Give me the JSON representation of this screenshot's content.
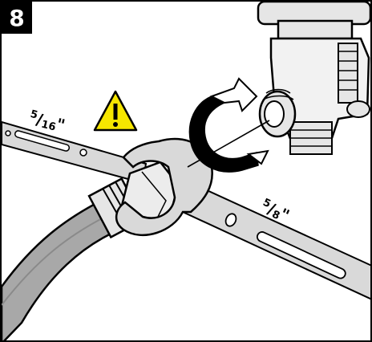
{
  "step": {
    "number": "8"
  },
  "wrench_small": {
    "numerator": "5",
    "slash": "/",
    "denominator": "16",
    "unit": "\""
  },
  "wrench_large": {
    "numerator": "5",
    "slash": "/",
    "denominator": "8",
    "unit": "\""
  },
  "colors": {
    "border": "#000000",
    "badge_bg": "#000000",
    "badge_text": "#ffffff",
    "wrench_fill": "#d9d9d9",
    "hose_fill": "#a8a8a8",
    "fitting_fill": "#e6e6e6",
    "warning_fill": "#f6e600",
    "line": "#000000"
  },
  "icons": [
    "warning-triangle-icon",
    "rotation-arrow-icon"
  ]
}
